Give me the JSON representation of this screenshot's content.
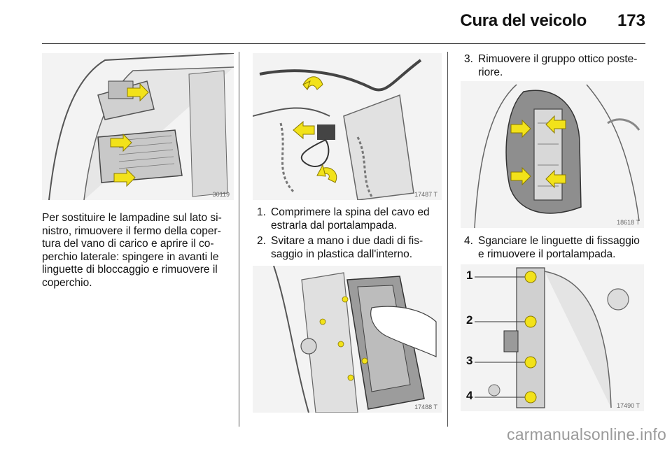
{
  "header": {
    "title": "Cura del veicolo",
    "page_number": "173"
  },
  "figures": {
    "fig1": {
      "code": "30119"
    },
    "fig2": {
      "code": "17487 T"
    },
    "fig3": {
      "code": "17488 T"
    },
    "fig4": {
      "code": "18618 T"
    },
    "fig5": {
      "code": "17490 T",
      "callouts": [
        "1",
        "2",
        "3",
        "4"
      ]
    }
  },
  "left_column": {
    "paragraph_lines": [
      "Per sostituire le lampadine sul lato si-",
      "nistro, rimuovere il fermo della coper-",
      "tura del vano di carico e aprire il co-",
      "perchio laterale: spingere in avanti le",
      "linguette di bloccaggio e rimuovere il",
      "coperchio."
    ]
  },
  "steps": [
    {
      "number": "1.",
      "lines": [
        "Comprimere la spina del cavo ed",
        "estrarla dal portalampada."
      ]
    },
    {
      "number": "2.",
      "lines": [
        "Svitare a mano i due dadi di fis-",
        "saggio in plastica dall'interno."
      ]
    },
    {
      "number": "3.",
      "lines": [
        "Rimuovere il gruppo ottico poste-",
        "riore."
      ]
    },
    {
      "number": "4.",
      "lines": [
        "Sganciare le linguette di fissaggio",
        "e rimuovere il portalampada."
      ]
    }
  ],
  "watermark": "carmanualsonline.info",
  "colors": {
    "arrow_yellow": "#f2e21a",
    "line_art": "#555555",
    "figure_bg": "#f3f3f3"
  }
}
